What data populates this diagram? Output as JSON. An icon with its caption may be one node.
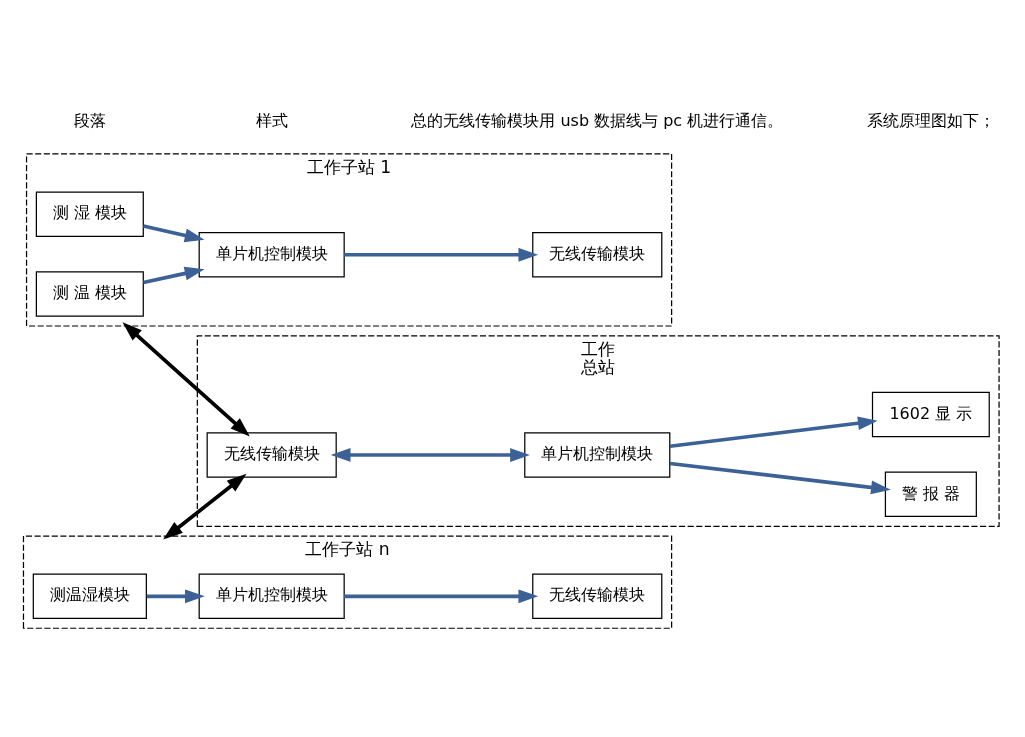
{
  "diagram": {
    "nodes": [
      {
        "text": [
          "工作子站 1"
        ]
      },
      {
        "text": [
          "测 温 模块"
        ],
        "in": 0
      },
      {
        "text": [
          "测 湿 模块"
        ],
        "in": 0
      },
      {
        "text": [
          "单片机控制模块"
        ],
        "in": 0
      },
      {
        "text": [
          "无线传输模块"
        ],
        "in": 0
      },
      {
        "text": [
          "工作子站 n"
        ]
      },
      {
        "text": [
          "测温湿模块"
        ],
        "in": 5
      },
      {
        "text": [
          "单片机控制模块"
        ],
        "in": 5
      },
      {
        "text": [
          "无线传输模块"
        ],
        "in": 5
      },
      {
        "text": [
          "工作",
          "总站"
        ]
      },
      {
        "text": [
          "无线传输模块"
        ],
        "in": 9
      },
      {
        "text": [
          "单片机控制模块"
        ],
        "in": 9
      },
      {
        "text": [
          "警 报 器"
        ],
        "in": 9
      },
      {
        "text": [
          "1602 显 示"
        ],
        "in": 9
      }
    ],
    "edges": [
      {
        "from": 1,
        "to": 3,
        "arrow": "to"
      },
      {
        "from": 2,
        "to": 3,
        "arrow": "to"
      },
      {
        "from": 3,
        "to": 4,
        "arrow": "to"
      },
      {
        "from": 6,
        "to": 7,
        "arrow": "to"
      },
      {
        "from": 7,
        "to": 8,
        "arrow": "to"
      },
      {
        "from": 0,
        "to": 10,
        "arrow": "both",
        "color": "#000000"
      },
      {
        "from": 5,
        "to": 10,
        "arrow": "both",
        "color": "#000000"
      },
      {
        "from": 10,
        "to": 11,
        "arrow": "both"
      },
      {
        "from": 11,
        "to": 12,
        "arrow": "to"
      },
      {
        "from": 11,
        "to": 13,
        "arrow": "to"
      }
    ],
    "labels": [
      "段落",
      "样式",
      "总的无线传输模块用 usb 数据线与 pc 机进行通信。",
      "系统原理图如下；"
    ]
  }
}
